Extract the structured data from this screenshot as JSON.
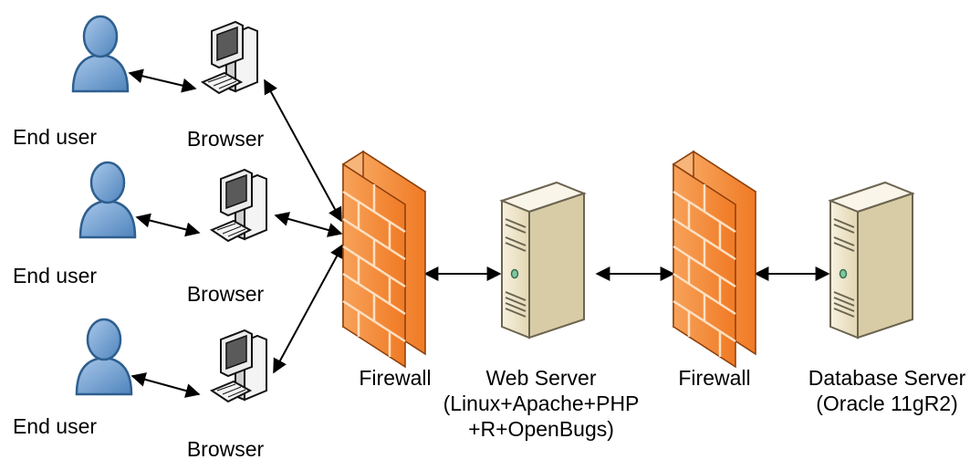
{
  "users": [
    {
      "label": "End user",
      "browser_label": "Browser"
    },
    {
      "label": "End user",
      "browser_label": "Browser"
    },
    {
      "label": "End user",
      "browser_label": "Browser"
    }
  ],
  "firewall_1": {
    "label": "Firewall"
  },
  "web_server": {
    "label": "Web Server",
    "sub1": "(Linux+Apache+PHP",
    "sub2": "+R+OpenBugs)"
  },
  "firewall_2": {
    "label": "Firewall"
  },
  "db_server": {
    "label": "Database Server",
    "sub1": "(Oracle 11gR2)"
  },
  "colors": {
    "user_fill": "#6f9fd0",
    "user_stroke": "#2e5f8f",
    "firewall_fill": "#f59142",
    "server_fill": "#efe6cc",
    "arrow": "#000000"
  }
}
